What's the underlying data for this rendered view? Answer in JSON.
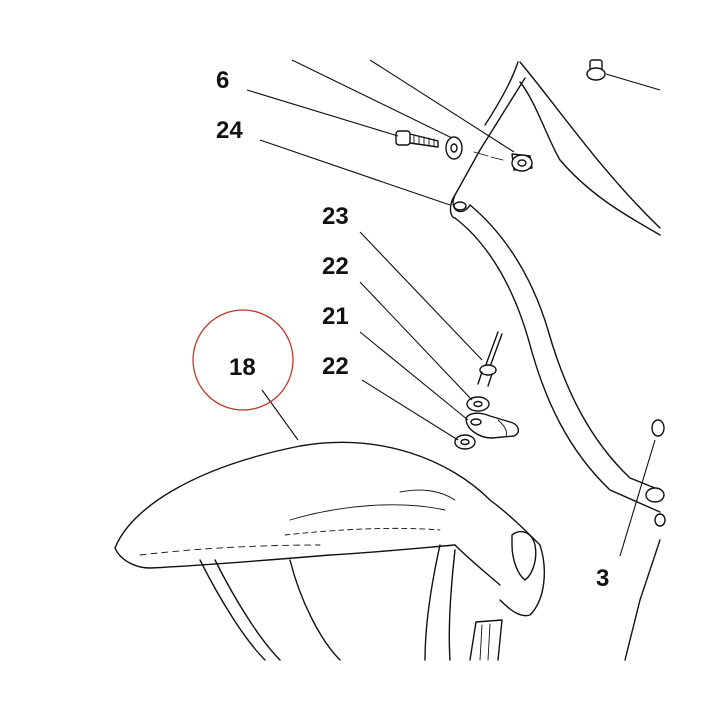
{
  "callouts": {
    "c6": "6",
    "c24": "24",
    "c23": "23",
    "c22a": "22",
    "c21": "21",
    "c22b": "22",
    "c18": "18",
    "c3": "3"
  },
  "highlight": {
    "target": "18",
    "color": "#c0392b"
  },
  "colors": {
    "line": "#111111",
    "background": "#ffffff"
  }
}
